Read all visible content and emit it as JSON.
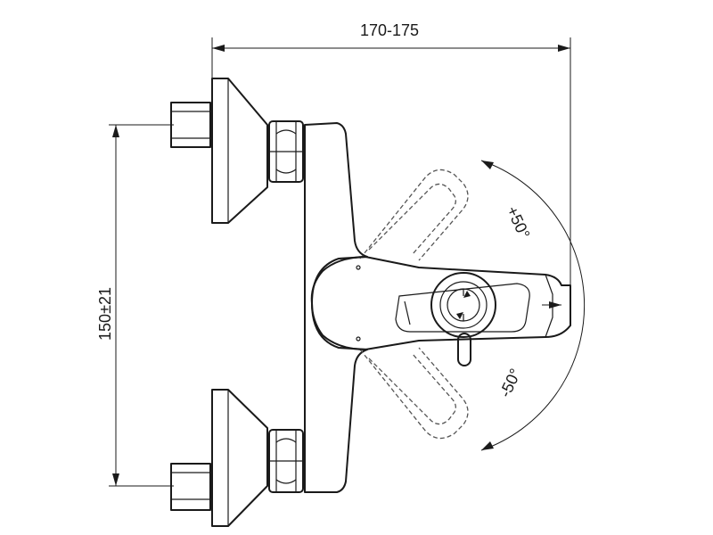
{
  "dimensions": {
    "width_label": "170-175",
    "height_label": "150±21",
    "angle_plus_label": "+50°",
    "angle_minus_label": "-50°"
  }
}
